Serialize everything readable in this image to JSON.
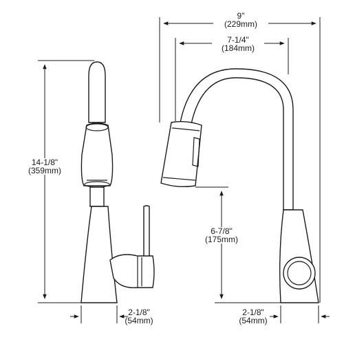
{
  "dimensions": {
    "overall_height": {
      "imperial": "14-1/8\"",
      "metric": "(359mm)"
    },
    "base_width_side": {
      "imperial": "2-1/8\"",
      "metric": "(54mm)"
    },
    "overall_reach": {
      "imperial": "9\"",
      "metric": "(229mm)"
    },
    "spout_reach": {
      "imperial": "7-1/4\"",
      "metric": "(184mm)"
    },
    "spout_clearance": {
      "imperial": "6-7/8\"",
      "metric": "(175mm)"
    },
    "base_width_front": {
      "imperial": "2-1/8\"",
      "metric": "(54mm)"
    }
  }
}
